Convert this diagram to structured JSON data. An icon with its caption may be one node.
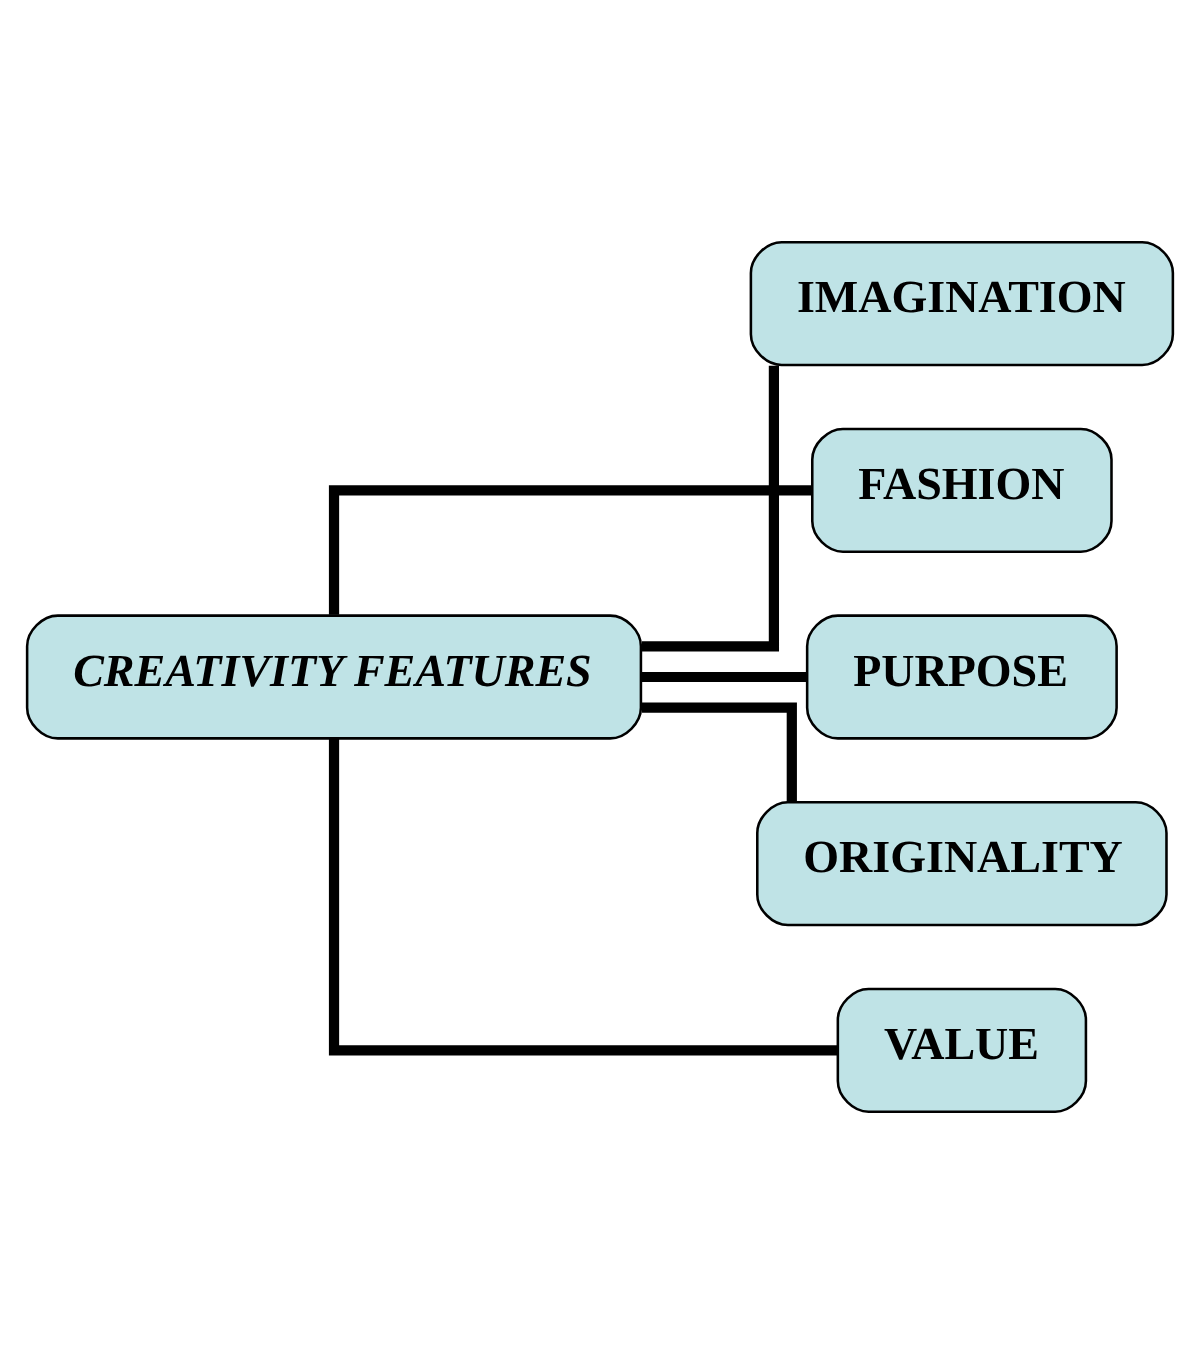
{
  "diagram": {
    "nodes": [
      {
        "text": [
          "CREATIVITY FEATURES"
        ]
      },
      {
        "text": [
          "IMAGINATION"
        ]
      },
      {
        "text": [
          "FASHION"
        ]
      },
      {
        "text": [
          "PURPOSE"
        ]
      },
      {
        "text": [
          "ORIGINALITY"
        ]
      },
      {
        "text": [
          "VALUE"
        ]
      }
    ],
    "edges": [
      {
        "from": 0,
        "to": 1,
        "arrow": "none"
      },
      {
        "from": 0,
        "to": 2,
        "arrow": "none"
      },
      {
        "from": 0,
        "to": 3,
        "arrow": "none"
      },
      {
        "from": 0,
        "to": 4,
        "arrow": "none"
      },
      {
        "from": 0,
        "to": 5,
        "arrow": "none"
      }
    ]
  }
}
